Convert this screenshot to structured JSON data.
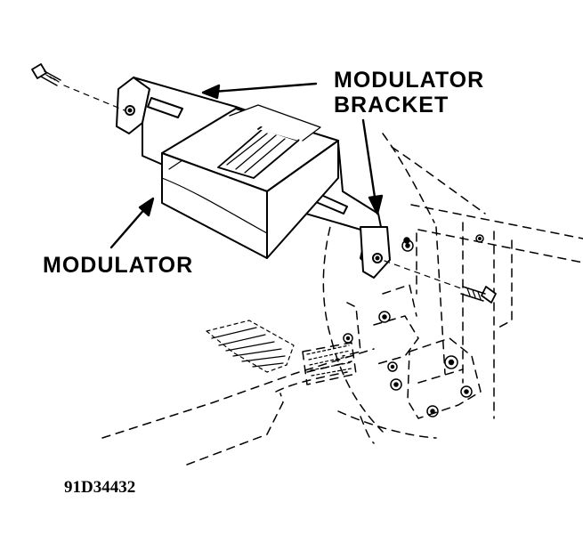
{
  "labels": {
    "modulator_bracket_line1": "MODULATOR",
    "modulator_bracket_line2": "BRACKET",
    "modulator": "MODULATOR"
  },
  "figure_code": "91D34432",
  "colors": {
    "ink": "#000000",
    "background": "#ffffff"
  }
}
